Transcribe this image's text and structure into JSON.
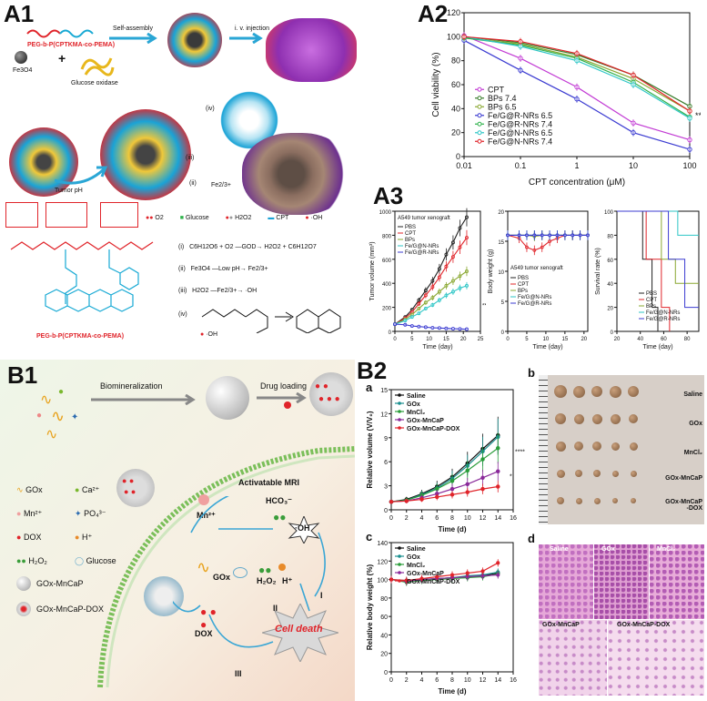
{
  "a1": {
    "label": "A1",
    "polymer_top": "PEG-b-P(CPTKMA-co-PEMA)",
    "fe3o4": "Fe3O4",
    "glucose_oxidase": "Glucose oxidase",
    "self_assembly": "Self-assembly",
    "iv_injection": "i. v. injection",
    "tumor_ph": "Tumor pH",
    "iv_label": "(iv)",
    "iii_label": "(iii)",
    "ii_label": "(ii)",
    "fe2plus": "Fe2/3+",
    "legend": [
      "O2",
      "Glucose",
      "H2O2",
      "CPT",
      "·OH"
    ],
    "reactions": [
      {
        "num": "(i)",
        "text": "C6H12O6 + O2 —GOD→ H2O2 + C6H12O7"
      },
      {
        "num": "(ii)",
        "text": "Fe3O4 —Low pH→ Fe2/3+"
      },
      {
        "num": "(iii)",
        "text": "H2O2 —Fe2/3+→ ·OH"
      },
      {
        "num": "(iv)",
        "text": ""
      }
    ],
    "oh_label": "·OH",
    "polymer_bottom": "PEG-b-P(CPTKMA-co-PEMA)"
  },
  "a2": {
    "label": "A2",
    "xlabel": "CPT concentration (μM)",
    "ylabel": "Cell viability (%)",
    "sig": "**"
  },
  "a3": {
    "label": "A3",
    "chart1": {
      "ylabel": "Tumor volume (mm³)",
      "xlabel": "Time (day)",
      "title": "A549 tumor xenograft",
      "sig": "***"
    },
    "chart2": {
      "ylabel": "Body weight (g)",
      "xlabel": "Time (day)",
      "title": "A549 tumor xenograft"
    },
    "chart3": {
      "ylabel": "Survival rate (%)",
      "xlabel": "Time (day)"
    },
    "legend": [
      "PBS",
      "CPT",
      "BPs",
      "Fe/G@N-NRs",
      "Fe/G@R-NRs"
    ]
  },
  "b1": {
    "label": "B1",
    "biomineralization": "Biomineralization",
    "drug_loading": "Drug loading",
    "activatable_mri": "Activatable MRI",
    "mn2": "Mn²⁺",
    "hco3": "HCO₃⁻",
    "oh": "·OH",
    "gox": "GOx",
    "h2o2": "H₂O₂",
    "hplus": "H⁺",
    "dox": "DOX",
    "cell_death": "Cell death",
    "roman": [
      "I",
      "II",
      "III"
    ],
    "legend": [
      {
        "left": "GOx",
        "right": "Ca²⁺"
      },
      {
        "left": "Mn²⁺",
        "right": "PO₄³⁻"
      },
      {
        "left": "DOX",
        "right": "H⁺"
      },
      {
        "left": "H₂O₂",
        "right": "Glucose"
      }
    ],
    "legend_particles": [
      "GOx-MnCaP",
      "GOx-MnCaP-DOX"
    ]
  },
  "b2": {
    "label": "B2",
    "sub_a": "a",
    "sub_b": "b",
    "sub_c": "c",
    "sub_d": "d",
    "chart_a": {
      "ylabel": "Relative volume (V/V₀)",
      "xlabel": "Time (d)",
      "sig1": "****",
      "sig2": "*"
    },
    "chart_c": {
      "ylabel": "Relative body weight (%)",
      "xlabel": "Time (d)"
    },
    "legend": [
      "Saline",
      "GOx",
      "MnCl₂",
      "GOx-MnCaP",
      "GOx-MnCaP-DOX"
    ],
    "photo_labels": [
      "Saline",
      "GOx",
      "MnCl₂",
      "GOx-MnCaP",
      "GOx-MnCaP\n-DOX"
    ],
    "histo_labels": [
      "Saline",
      "GOx",
      "MnCl₂",
      "GOx-MnCaP",
      "GOx-MnCaP-DOX"
    ]
  },
  "chart_data": [
    {
      "id": "A2",
      "type": "line",
      "xscale": "log",
      "x": [
        0.01,
        0.1,
        1,
        10,
        100
      ],
      "xticks": [
        "0.01",
        "0.1",
        "1",
        "10",
        "100"
      ],
      "ylim": [
        0,
        120
      ],
      "yticks": [
        0,
        20,
        40,
        60,
        80,
        100,
        120
      ],
      "series": [
        {
          "name": "CPT",
          "color": "#c23bd4",
          "values": [
            101,
            82,
            58,
            28,
            14
          ]
        },
        {
          "name": "BPs 7.4",
          "color": "#3a7d2c",
          "values": [
            100,
            95,
            85,
            68,
            42
          ]
        },
        {
          "name": "BPs 6.5",
          "color": "#8aa832",
          "values": [
            99,
            94,
            83,
            65,
            38
          ]
        },
        {
          "name": "Fe/G@R-NRs 6.5",
          "color": "#3b3bd1",
          "values": [
            97,
            72,
            48,
            20,
            6
          ]
        },
        {
          "name": "Fe/G@R-NRs 7.4",
          "color": "#2fb24b",
          "values": [
            99,
            93,
            82,
            62,
            33
          ]
        },
        {
          "name": "Fe/G@N-NRs 6.5",
          "color": "#2ec6c6",
          "values": [
            100,
            92,
            80,
            60,
            32
          ]
        },
        {
          "name": "Fe/G@N-NRs 7.4",
          "color": "#e0242a",
          "values": [
            100,
            96,
            86,
            68,
            38
          ]
        }
      ]
    },
    {
      "id": "A3-tumor",
      "type": "line",
      "x": [
        0,
        3,
        5,
        7,
        9,
        11,
        13,
        15,
        17,
        19,
        21
      ],
      "xticks": [
        "0",
        "5",
        "10",
        "15",
        "20",
        "25"
      ],
      "xlim": [
        0,
        25
      ],
      "ylim": [
        0,
        1000
      ],
      "yticks": [
        0,
        200,
        400,
        600,
        800,
        1000
      ],
      "series": [
        {
          "name": "PBS",
          "color": "#222",
          "values": [
            60,
            120,
            180,
            260,
            340,
            420,
            520,
            640,
            740,
            860,
            950
          ]
        },
        {
          "name": "CPT",
          "color": "#e0242a",
          "values": [
            60,
            110,
            160,
            230,
            300,
            370,
            450,
            540,
            620,
            700,
            780
          ]
        },
        {
          "name": "BPs",
          "color": "#8aa832",
          "values": [
            60,
            100,
            140,
            190,
            240,
            280,
            330,
            380,
            420,
            460,
            500
          ]
        },
        {
          "name": "Fe/G@N-NRs",
          "color": "#2ec6c6",
          "values": [
            60,
            90,
            120,
            150,
            190,
            220,
            260,
            300,
            330,
            360,
            380
          ]
        },
        {
          "name": "Fe/G@R-NRs",
          "color": "#3b3bd1",
          "values": [
            60,
            55,
            45,
            40,
            35,
            30,
            28,
            25,
            22,
            20,
            18
          ]
        }
      ]
    },
    {
      "id": "A3-bodyweight",
      "type": "line",
      "x": [
        0,
        3,
        5,
        7,
        9,
        11,
        13,
        15,
        17,
        19,
        21
      ],
      "xticks": [
        "0",
        "5",
        "10",
        "15",
        "20",
        "25"
      ],
      "ylim": [
        0,
        20
      ],
      "yticks": [
        0,
        5,
        10,
        15,
        20
      ],
      "series": [
        {
          "name": "PBS",
          "color": "#222",
          "values": [
            16,
            16,
            16,
            16,
            16,
            16,
            16,
            16,
            16,
            16,
            16
          ]
        },
        {
          "name": "CPT",
          "color": "#e0242a",
          "values": [
            16,
            15.5,
            14,
            13.5,
            14,
            15,
            15.5,
            16,
            16,
            16,
            16
          ]
        },
        {
          "name": "BPs",
          "color": "#8aa832",
          "values": [
            16,
            16,
            16,
            15.8,
            16,
            16,
            16,
            16,
            16,
            16,
            16
          ]
        },
        {
          "name": "Fe/G@N-NRs",
          "color": "#2ec6c6",
          "values": [
            16,
            16,
            16,
            16,
            16,
            16,
            16,
            16,
            16,
            16,
            16
          ]
        },
        {
          "name": "Fe/G@R-NRs",
          "color": "#3b3bd1",
          "values": [
            16,
            16,
            16,
            16,
            16,
            16,
            16,
            16,
            16,
            16,
            16
          ]
        }
      ]
    },
    {
      "id": "A3-survival",
      "type": "line",
      "step": true,
      "xticks": [
        "20",
        "40",
        "60",
        "80"
      ],
      "xlim": [
        20,
        90
      ],
      "ylim": [
        0,
        100
      ],
      "yticks": [
        0,
        20,
        40,
        60,
        80,
        100
      ],
      "series": [
        {
          "name": "PBS",
          "color": "#222",
          "points": [
            [
              20,
              100
            ],
            [
              42,
              100
            ],
            [
              42,
              60
            ],
            [
              50,
              60
            ],
            [
              50,
              20
            ],
            [
              55,
              20
            ],
            [
              55,
              0
            ]
          ]
        },
        {
          "name": "CPT",
          "color": "#e0242a",
          "points": [
            [
              20,
              100
            ],
            [
              45,
              100
            ],
            [
              45,
              60
            ],
            [
              58,
              60
            ],
            [
              58,
              20
            ],
            [
              65,
              20
            ],
            [
              65,
              0
            ]
          ]
        },
        {
          "name": "BPs",
          "color": "#8aa832",
          "points": [
            [
              20,
              100
            ],
            [
              58,
              100
            ],
            [
              58,
              60
            ],
            [
              70,
              60
            ],
            [
              70,
              40
            ],
            [
              90,
              40
            ]
          ]
        },
        {
          "name": "Fe/G@N-NRs",
          "color": "#2ec6c6",
          "points": [
            [
              20,
              100
            ],
            [
              72,
              100
            ],
            [
              72,
              80
            ],
            [
              90,
              80
            ]
          ]
        },
        {
          "name": "Fe/G@R-NRs",
          "color": "#3b3bd1",
          "points": [
            [
              20,
              100
            ],
            [
              64,
              100
            ],
            [
              64,
              60
            ],
            [
              78,
              60
            ],
            [
              78,
              20
            ],
            [
              90,
              20
            ]
          ]
        }
      ]
    },
    {
      "id": "B2a",
      "type": "line",
      "x": [
        0,
        2,
        4,
        6,
        8,
        10,
        12,
        14
      ],
      "xticks": [
        "0",
        "2",
        "4",
        "6",
        "8",
        "10",
        "12",
        "14",
        "16"
      ],
      "xlim": [
        0,
        16
      ],
      "ylim": [
        0,
        15
      ],
      "yticks": [
        0,
        3,
        6,
        9,
        12,
        15
      ],
      "series": [
        {
          "name": "Saline",
          "color": "#111",
          "values": [
            1,
            1.3,
            2.0,
            2.9,
            4.1,
            5.8,
            7.6,
            9.3
          ]
        },
        {
          "name": "GOx",
          "color": "#1a8f8f",
          "values": [
            1,
            1.2,
            1.9,
            2.7,
            3.9,
            5.5,
            7.3,
            9.1
          ]
        },
        {
          "name": "MnCl₂",
          "color": "#2a9d3a",
          "values": [
            1,
            1.2,
            1.8,
            2.6,
            3.6,
            4.9,
            6.3,
            7.7
          ]
        },
        {
          "name": "GOx-MnCaP",
          "color": "#8a2a9a",
          "values": [
            1,
            1.1,
            1.5,
            2.0,
            2.6,
            3.2,
            4.0,
            4.8
          ]
        },
        {
          "name": "GOx-MnCaP-DOX",
          "color": "#e0242a",
          "values": [
            1,
            1.1,
            1.3,
            1.6,
            1.9,
            2.2,
            2.6,
            2.9
          ]
        }
      ]
    },
    {
      "id": "B2c",
      "type": "line",
      "x": [
        0,
        2,
        4,
        6,
        8,
        10,
        12,
        14
      ],
      "xticks": [
        "0",
        "2",
        "4",
        "6",
        "8",
        "10",
        "12",
        "14",
        "16"
      ],
      "xlim": [
        0,
        16
      ],
      "ylim": [
        0,
        140
      ],
      "yticks": [
        0,
        20,
        40,
        60,
        80,
        100,
        120,
        140
      ],
      "series": [
        {
          "name": "Saline",
          "color": "#111",
          "values": [
            100,
            98,
            100,
            101,
            102,
            103,
            104,
            107
          ]
        },
        {
          "name": "GOx",
          "color": "#1a8f8f",
          "values": [
            100,
            99,
            100,
            101,
            102,
            104,
            105,
            108
          ]
        },
        {
          "name": "MnCl₂",
          "color": "#2a9d3a",
          "values": [
            100,
            97,
            99,
            100,
            101,
            102,
            103,
            106
          ]
        },
        {
          "name": "GOx-MnCaP",
          "color": "#8a2a9a",
          "values": [
            100,
            98,
            100,
            101,
            102,
            103,
            104,
            105
          ]
        },
        {
          "name": "GOx-MnCaP-DOX",
          "color": "#e0242a",
          "values": [
            100,
            99,
            101,
            103,
            105,
            107,
            109,
            118
          ]
        }
      ]
    }
  ]
}
